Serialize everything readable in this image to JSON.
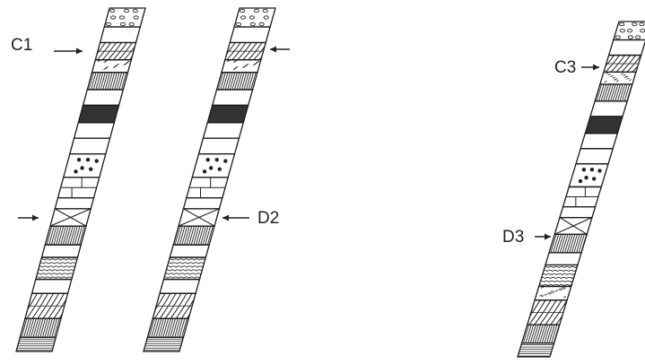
{
  "labels": {
    "c1": "C1",
    "d2": "D2",
    "c3": "C3",
    "d3": "D3"
  },
  "columns": [
    {
      "id": "column-1",
      "layers": [
        "conglomerate",
        "blank",
        "cross-bedded",
        "stippled-lens",
        "vertical-lined",
        "blank",
        "dark-shale",
        "blank",
        "blank",
        "dotted-sand",
        "brick-limestone",
        "blank",
        "x-marker",
        "vertical-lined",
        "blank",
        "wavy-laminated",
        "blank",
        "cross-bedded",
        "vertical-lined",
        "horizontal-laminated"
      ],
      "arrows": [
        "left-upper",
        "left-lower"
      ]
    },
    {
      "id": "column-2",
      "layers": [
        "conglomerate",
        "blank",
        "cross-bedded",
        "stippled-lens",
        "vertical-lined",
        "blank",
        "dark-shale",
        "blank",
        "blank",
        "dotted-sand",
        "brick-limestone",
        "blank",
        "x-marker",
        "vertical-lined",
        "blank",
        "wavy-laminated",
        "blank",
        "cross-bedded",
        "vertical-lined",
        "horizontal-laminated"
      ],
      "arrows": [
        "right-upper",
        "right-lower"
      ]
    },
    {
      "id": "column-3",
      "layers": [
        "conglomerate",
        "blank",
        "cross-bedded",
        "stippled-lens",
        "vertical-lined",
        "blank",
        "dark-shale",
        "blank",
        "blank",
        "dotted-sand",
        "brick-limestone",
        "blank",
        "x-marker",
        "vertical-lined",
        "blank",
        "wavy-laminated",
        "stippled-lens",
        "cross-bedded",
        "vertical-lined",
        "horizontal-laminated"
      ],
      "arrows": [
        "left-upper",
        "left-lower"
      ]
    }
  ]
}
